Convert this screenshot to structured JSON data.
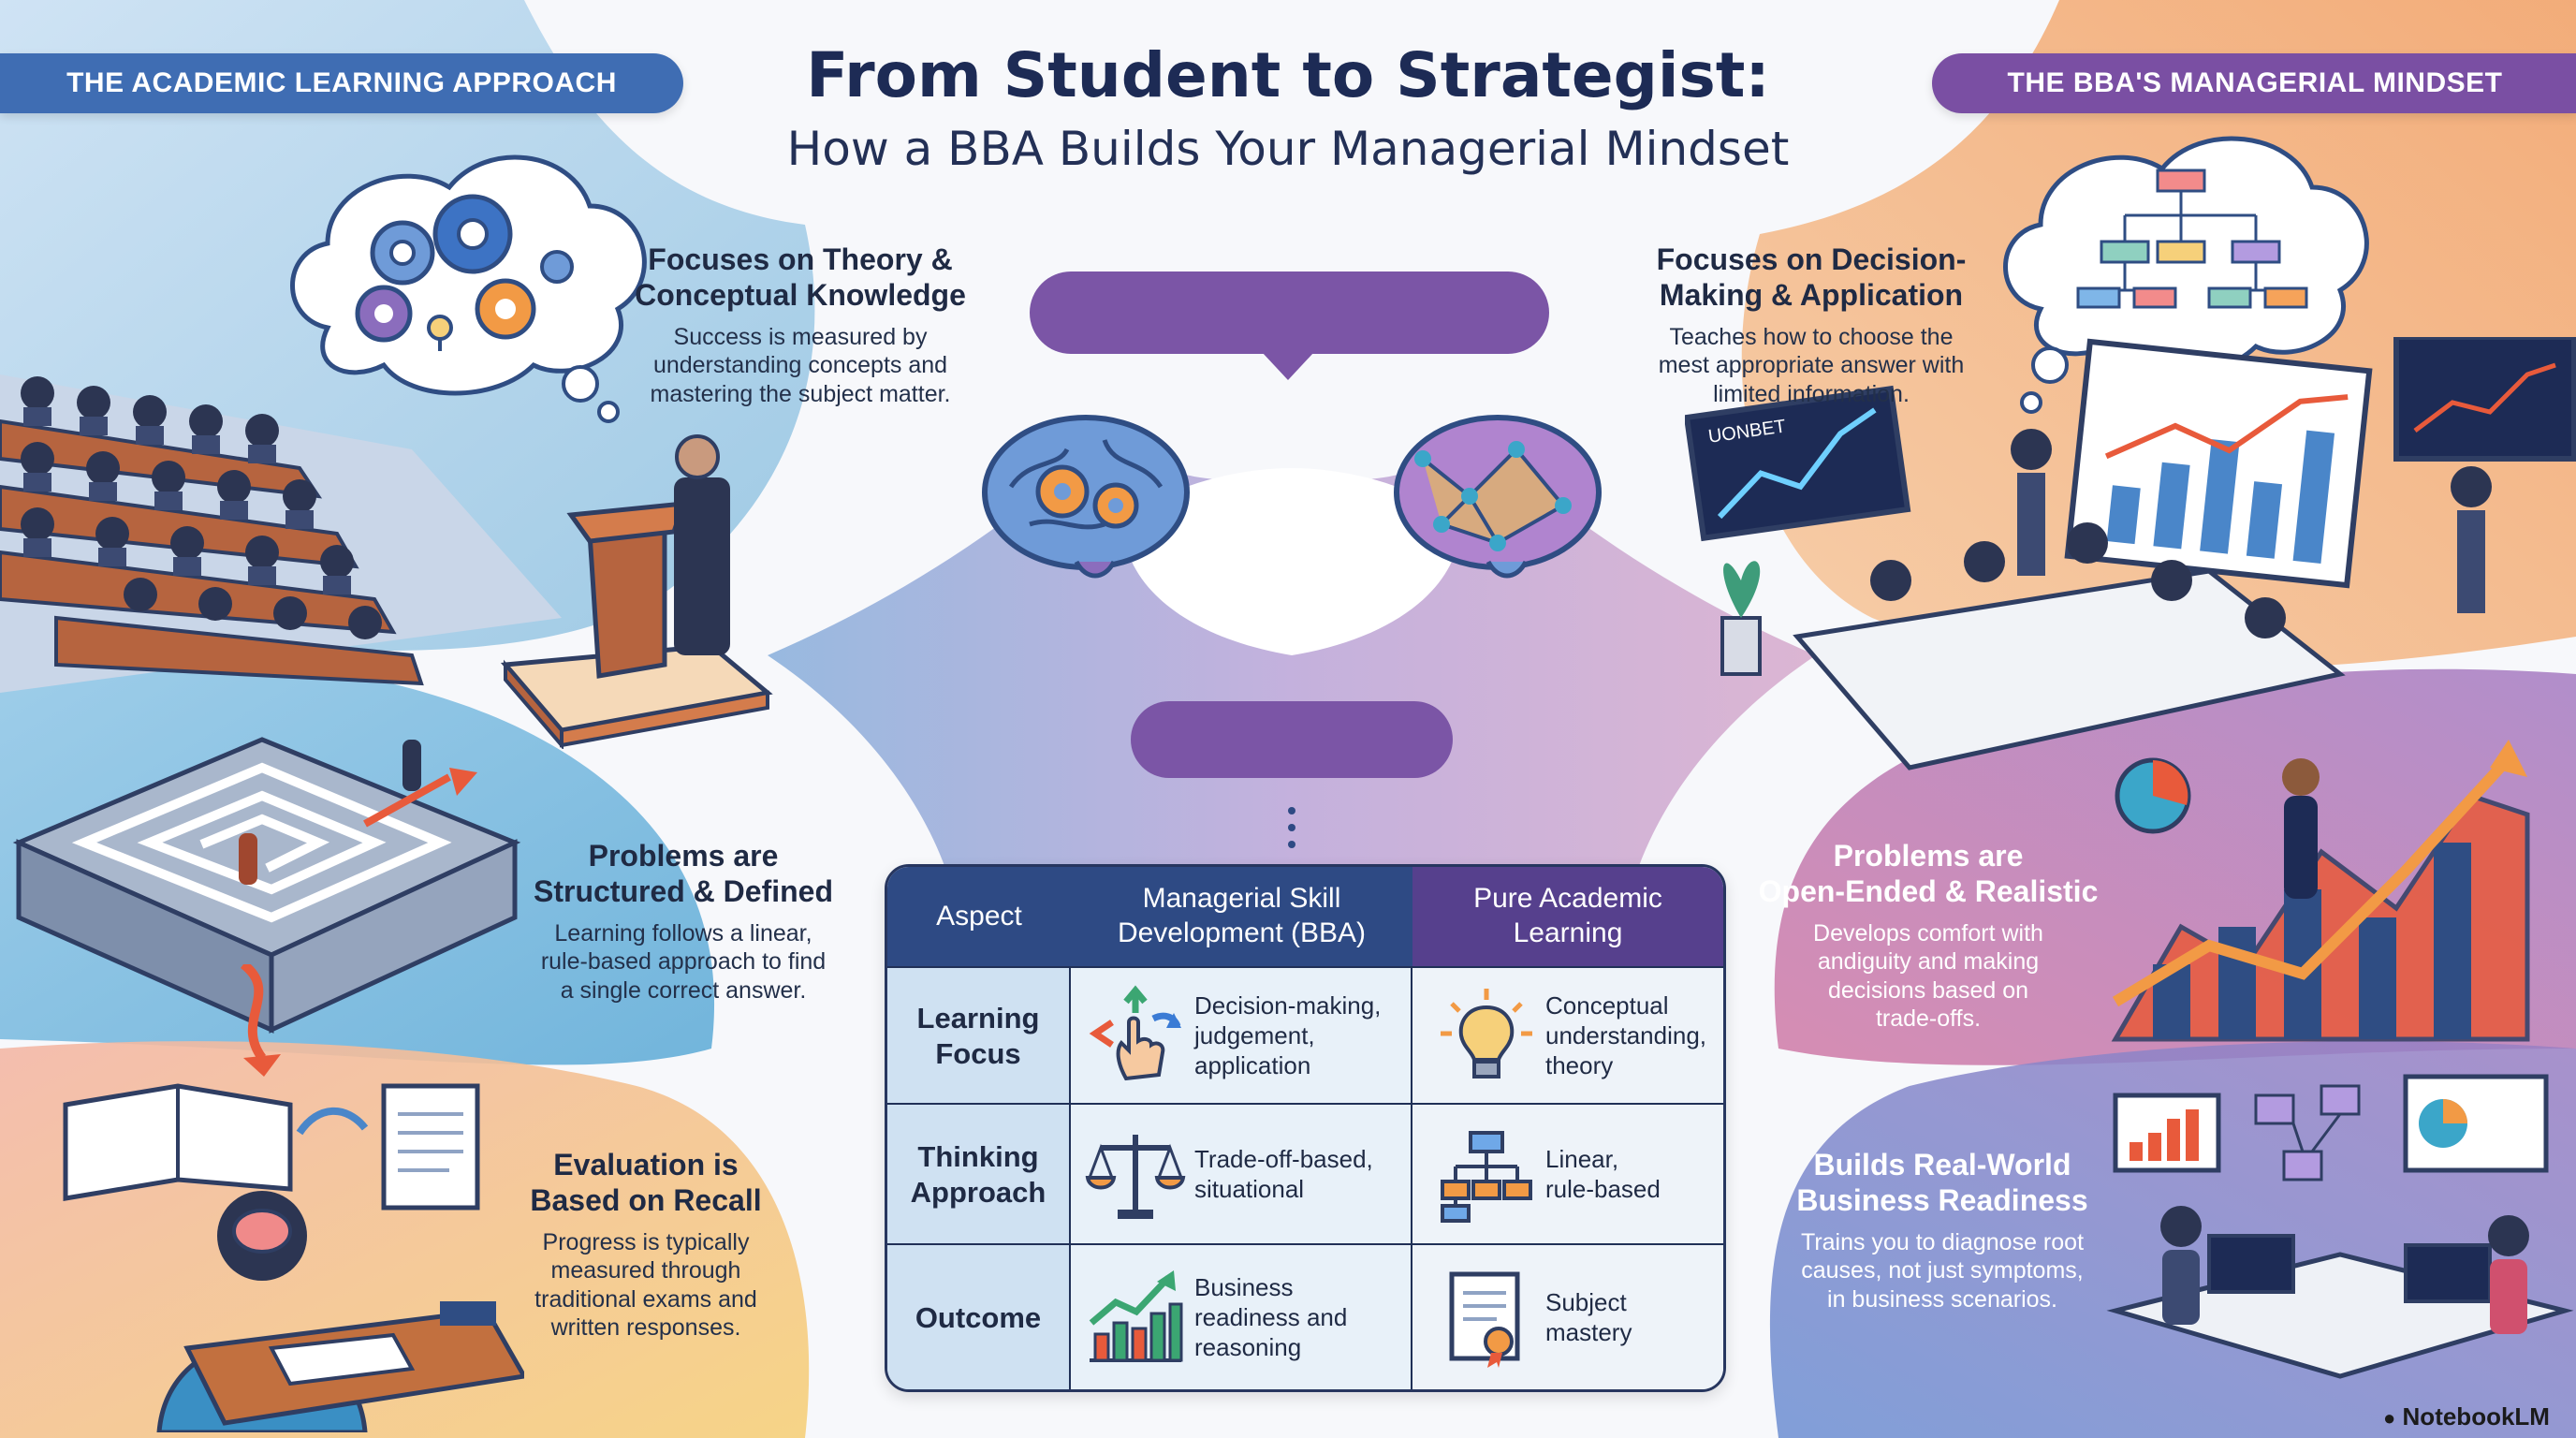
{
  "header": {
    "left_pill": "THE ACADEMIC LEARNING APPROACH",
    "right_pill": "THE BBA'S MANAGERIAL MINDSET",
    "title": "From Student to Strategist:",
    "subtitle": "How a BBA Builds Your Managerial Mindset"
  },
  "left": {
    "theory": {
      "heading_line1": "Focuses on Theory &",
      "heading_line2": "Conceptual Knowledge",
      "body_line1": "Success is measured by",
      "body_line2": "understanding concepts and",
      "body_line3": "mastering the subject matter."
    },
    "problems": {
      "heading_line1": "Problems are",
      "heading_line2": "Structured & Defined",
      "body_line1": "Learning follows a linear,",
      "body_line2": "rule-based approach to find",
      "body_line3": "a single correct answer."
    },
    "evaluation": {
      "heading_line1": "Evaluation is",
      "heading_line2": "Based on Recall",
      "body_line1": "Progress is typically",
      "body_line2": "measured through",
      "body_line3": "traditional exams and",
      "body_line4": "written responses."
    }
  },
  "right": {
    "decision": {
      "heading_line1": "Focuses on Decision-",
      "heading_line2": "Making & Application",
      "body_line1": "Teaches how to choose the",
      "body_line2": "mest appropriate answer with",
      "body_line3": "limited information."
    },
    "problems": {
      "heading_line1": "Problems are",
      "heading_line2": "Open-Ended & Realistic",
      "body_line1": "Develops comfort with",
      "body_line2": "andiguity and making",
      "body_line3": "decisions based on",
      "body_line4": "trade-offs."
    },
    "readiness": {
      "heading_line1": "Builds Real-World",
      "heading_line2": "Business Readiness",
      "body_line1": "Trains you to diagnose root",
      "body_line2": "causes, not just symptoms,",
      "body_line3": "in business scenarios."
    },
    "board_label": "UONBET"
  },
  "table": {
    "headers": [
      {
        "line1": "Aspect",
        "line2": ""
      },
      {
        "line1": "Managerial Skill",
        "line2": "Development (BBA)"
      },
      {
        "line1": "Pure Academic",
        "line2": "Learning"
      }
    ],
    "rows": [
      {
        "aspect_line1": "Learning",
        "aspect_line2": "Focus",
        "bba_icon": "hand-pointer-arrows-icon",
        "bba_lines": [
          "Decision-making,",
          "judgement,",
          "application"
        ],
        "academic_icon": "lightbulb-icon",
        "academic_lines": [
          "Conceptual",
          "understanding,",
          "theory"
        ]
      },
      {
        "aspect_line1": "Thinking",
        "aspect_line2": "Approach",
        "bba_icon": "balance-scale-icon",
        "bba_lines": [
          "Trade-off-based,",
          "situational"
        ],
        "academic_icon": "flowchart-icon",
        "academic_lines": [
          "Linear,",
          "rule-based"
        ]
      },
      {
        "aspect_line1": "Outcome",
        "aspect_line2": "",
        "bba_icon": "growth-chart-icon",
        "bba_lines": [
          "Business",
          "readiness and",
          "reasoning"
        ],
        "academic_icon": "certificate-icon",
        "academic_lines": [
          "Subject",
          "mastery"
        ]
      }
    ]
  },
  "brand": "NotebookLM",
  "colors": {
    "academic_blue": "#3f6db3",
    "managerial_purple": "#7a4fa3",
    "table_header_blue": "#2e4a84",
    "table_header_purple": "#56408d"
  }
}
